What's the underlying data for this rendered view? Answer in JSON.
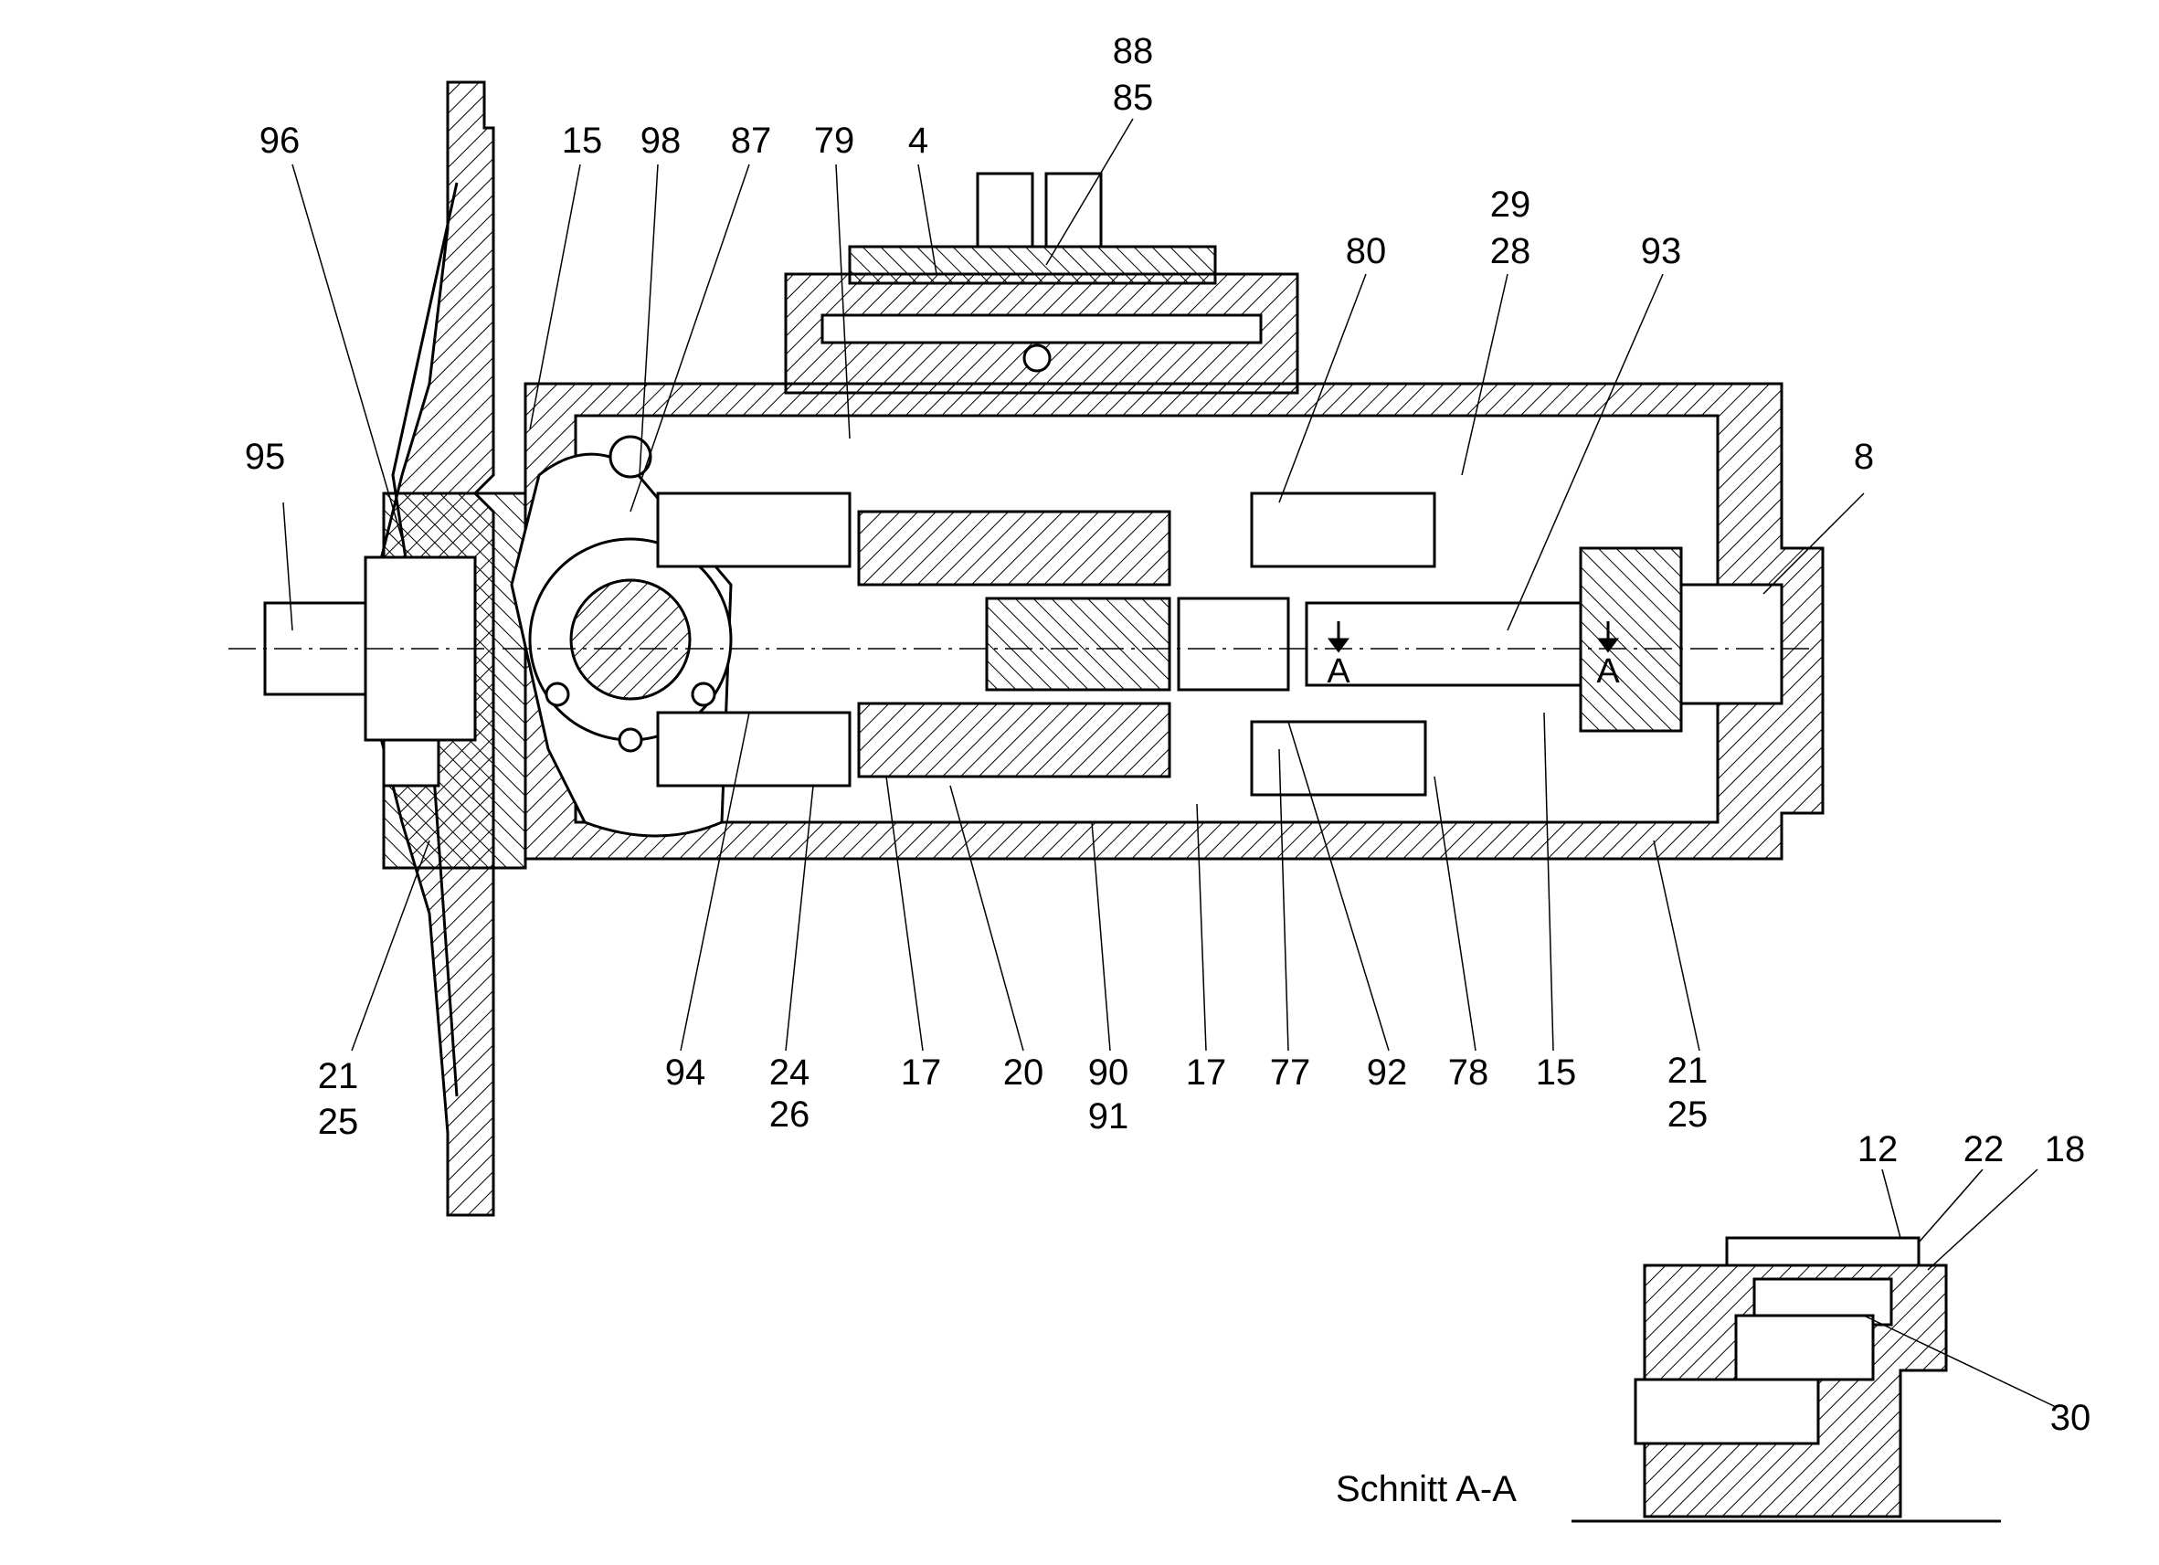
{
  "labels_top": [
    "96",
    "15",
    "98",
    "87",
    "79",
    "4",
    "88",
    "85",
    "80",
    "29",
    "28",
    "93",
    "95",
    "8"
  ],
  "labels_bottom": [
    "21",
    "25",
    "94",
    "24",
    "26",
    "17",
    "20",
    "90",
    "91",
    "17",
    "77",
    "92",
    "78",
    "15",
    "21",
    "25"
  ],
  "labels_section": [
    "12",
    "22",
    "18",
    "30"
  ],
  "section_marks": [
    "A",
    "A"
  ],
  "section_caption": "Schnitt A-A"
}
